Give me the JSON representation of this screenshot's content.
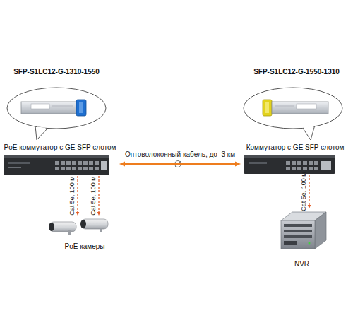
{
  "diagram": {
    "nodes": [
      {
        "text": [
          "SFP-S1LC12-G-1310-1550"
        ]
      },
      {
        "text": [
          "SFP-S1LC12-G-1550-1310"
        ]
      },
      {
        "text": [
          "PoE коммутатор с GE SFP слотом"
        ]
      },
      {
        "text": [
          "Коммутатор с GE SFP слотом"
        ]
      },
      {
        "text": [
          "PoE камеры"
        ]
      },
      {
        "text": [
          "NVR"
        ]
      }
    ],
    "edges": [
      {
        "from": 2,
        "to": 3,
        "label": "Оптоволоконный кабель, до  3 км",
        "arrow": "both"
      },
      {
        "from": 2,
        "to": 4,
        "label": "Cat 5e, 100 м",
        "arrow": "to"
      },
      {
        "from": 2,
        "to": 4,
        "label": "Cat 5e, 100 м",
        "arrow": "to"
      },
      {
        "from": 3,
        "to": 5,
        "label": "Cat 5e, 100 м",
        "arrow": "to"
      }
    ]
  }
}
